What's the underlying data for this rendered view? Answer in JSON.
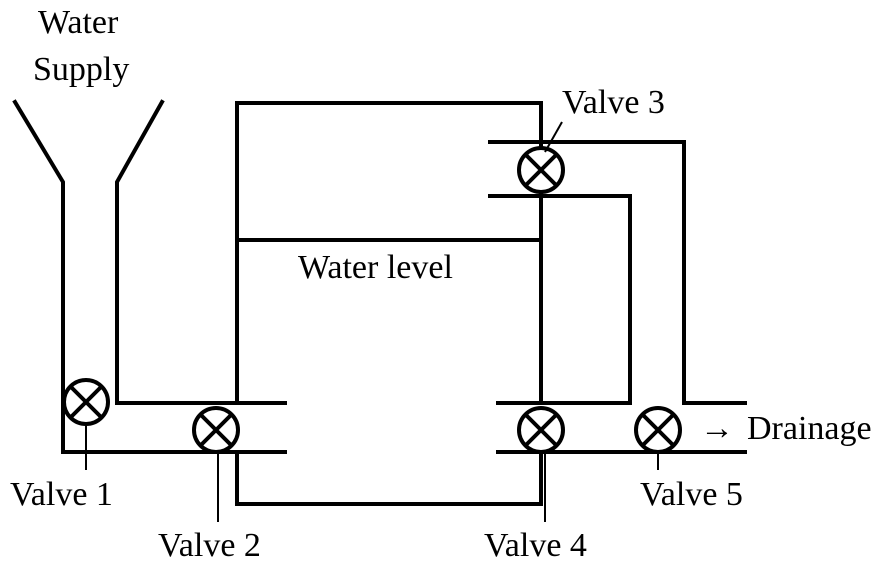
{
  "diagram": {
    "supply_line1": "Water",
    "supply_line2": "Supply",
    "water_level": "Water level",
    "drainage": "Drainage",
    "drain_arrow": "→",
    "valves": [
      "Valve 1",
      "Valve 2",
      "Valve 3",
      "Valve 4",
      "Valve 5"
    ]
  }
}
